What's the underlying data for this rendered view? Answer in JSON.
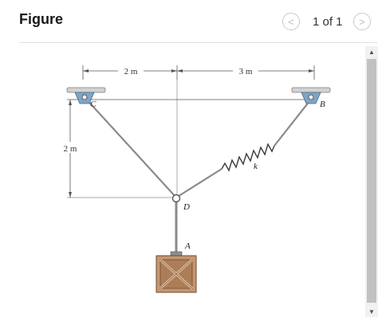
{
  "header": {
    "title": "Figure",
    "page_indicator": "1 of 1",
    "prev_glyph": "<",
    "next_glyph": ">"
  },
  "figure": {
    "dim_left": "2 m",
    "dim_right": "3 m",
    "dim_vertical": "2 m",
    "label_c": "C",
    "label_b": "B",
    "label_d": "D",
    "label_a": "A",
    "label_k": "k"
  },
  "icons": {
    "prev": "chevron-left-icon",
    "next": "chevron-right-icon",
    "scroll_up": "triangle-up-icon",
    "scroll_down": "triangle-down-icon"
  }
}
